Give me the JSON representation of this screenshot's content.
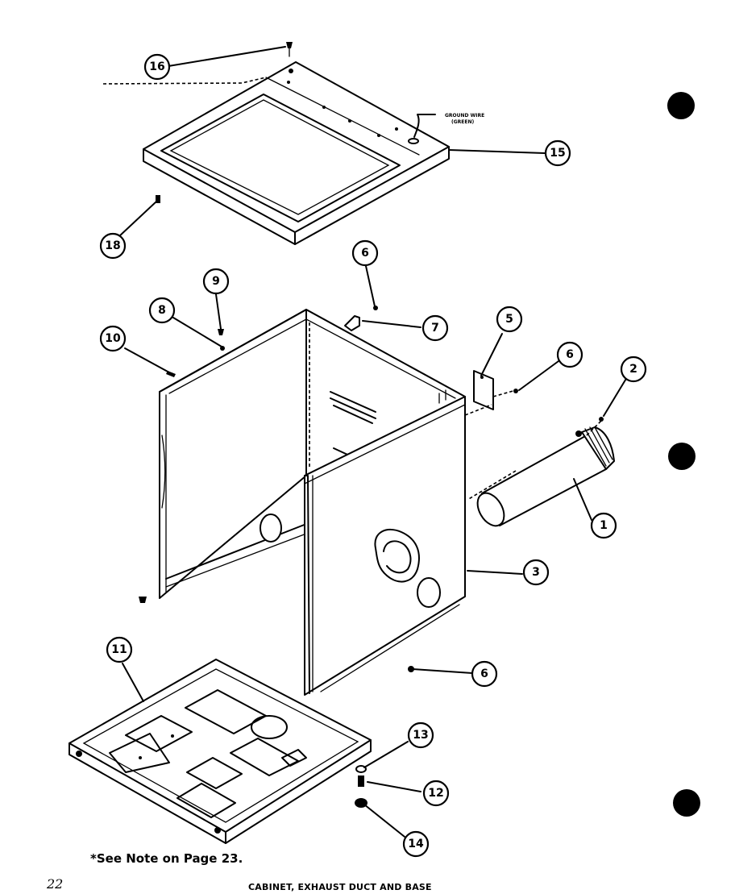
{
  "callouts": {
    "c1": "1",
    "c2": "2",
    "c3": "3",
    "c5": "5",
    "c6a": "6",
    "c6b": "6",
    "c6c": "6",
    "c7": "7",
    "c8": "8",
    "c9": "9",
    "c10": "10",
    "c11": "11",
    "c12": "12",
    "c13": "13",
    "c14": "14",
    "c15": "15",
    "c16": "16",
    "c18": "18"
  },
  "wire_label": {
    "line1": "GROUND WIRE",
    "line2": "(GREEN)"
  },
  "note": "*See Note on Page 23.",
  "page_number": "22",
  "caption": "CABINET, EXHAUST DUCT AND BASE"
}
